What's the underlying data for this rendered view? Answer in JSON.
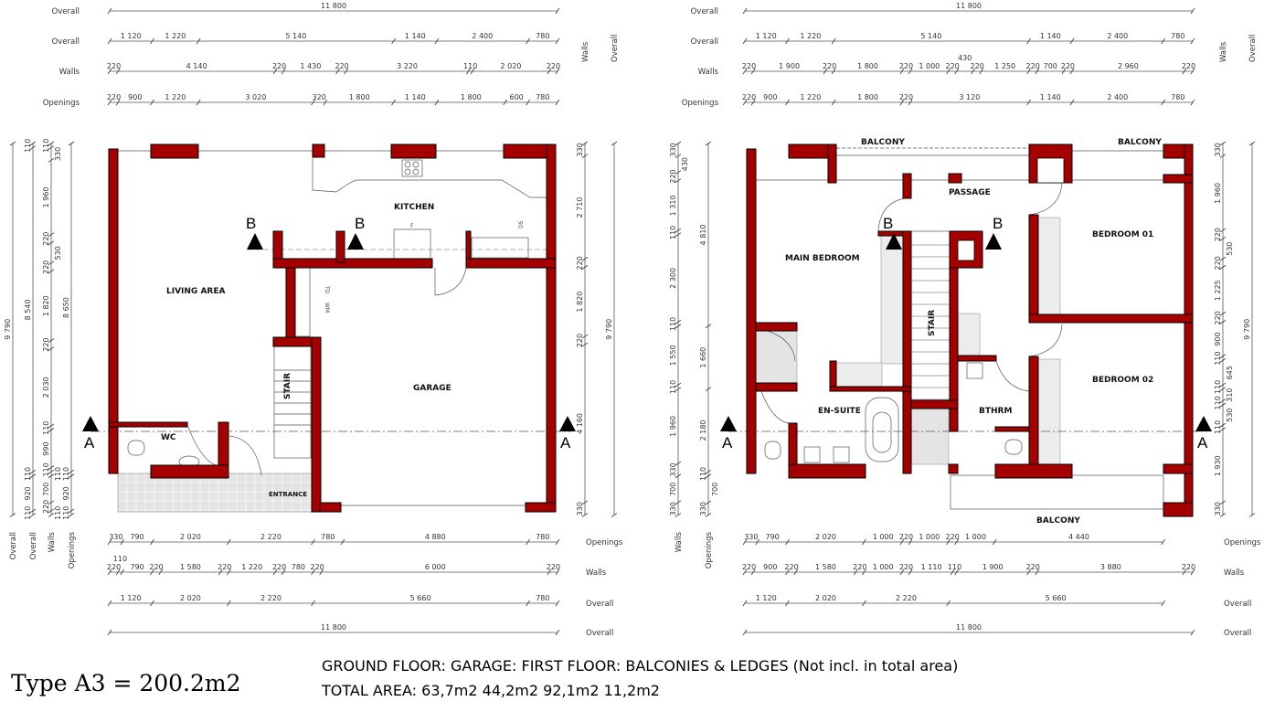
{
  "ground_floor": {
    "rooms": {
      "living": "LIVING AREA",
      "kitchen": "KITCHEN",
      "garage": "GARAGE",
      "wc": "WC",
      "entrance": "ENTRANCE",
      "stair": "STAIR"
    },
    "fixtures": {
      "fridge": "F",
      "dishwasher": "DS",
      "tumble_dryer": "TD",
      "washing_machine": "WM"
    },
    "section_marks": {
      "a": "A",
      "b": "B"
    },
    "dimensions": {
      "top": [
        {
          "label": "Overall",
          "values": [
            11800
          ]
        },
        {
          "label": "Overall",
          "values": [
            1120,
            1220,
            5140,
            1140,
            2400,
            780
          ]
        },
        {
          "label": "Walls",
          "values": [
            220,
            4140,
            220,
            1430,
            220,
            3220,
            110,
            2020,
            220
          ]
        },
        {
          "label": "Openings",
          "values": [
            220,
            900,
            1220,
            3020,
            320,
            1800,
            1140,
            1800,
            600,
            780
          ]
        }
      ],
      "bottom": [
        {
          "label": "Openings",
          "values": [
            330,
            790,
            2020,
            2220,
            780,
            4880,
            780
          ]
        },
        {
          "label": "Walls",
          "values": [
            220,
            110,
            790,
            220,
            1580,
            220,
            1220,
            220,
            780,
            220,
            6000,
            220
          ]
        },
        {
          "label": "Overall",
          "values": [
            1120,
            2020,
            2220,
            5660,
            780
          ]
        },
        {
          "label": "Overall",
          "values": [
            11800
          ]
        }
      ],
      "left": [
        {
          "label": "Overall",
          "values": [
            9790
          ]
        },
        {
          "label": "Overall",
          "values": [
            110,
            8540,
            110,
            920,
            110
          ]
        },
        {
          "label": "Walls",
          "values": [
            110,
            330,
            1960,
            220,
            530,
            220,
            1820,
            220,
            2030,
            110,
            990,
            110,
            110,
            700,
            220,
            110
          ]
        },
        {
          "label": "Openings",
          "values": [
            8650,
            110,
            920,
            110
          ]
        }
      ],
      "right": [
        {
          "label": "Walls",
          "values": [
            330,
            2710,
            220,
            1820,
            220,
            4160,
            330
          ]
        },
        {
          "label": "Overall",
          "values": [
            9790
          ]
        }
      ]
    }
  },
  "first_floor": {
    "rooms": {
      "balcony_left": "BALCONY",
      "balcony_right": "BALCONY",
      "balcony_bottom": "BALCONY",
      "passage": "PASSAGE",
      "main_bedroom": "MAIN BEDROOM",
      "bedroom1": "BEDROOM 01",
      "bedroom2": "BEDROOM 02",
      "ensuite": "EN-SUITE",
      "bathroom": "BTHRM",
      "stair": "STAIR"
    },
    "section_marks": {
      "a": "A",
      "b": "B"
    },
    "dimensions": {
      "top": [
        {
          "label": "Overall",
          "values": [
            11800
          ]
        },
        {
          "label": "Overall",
          "values": [
            1120,
            1220,
            5140,
            1140,
            2400,
            780
          ]
        },
        {
          "label": "Walls",
          "values": [
            220,
            1900,
            220,
            1800,
            220,
            1000,
            220,
            430,
            220,
            1250,
            220,
            700,
            220,
            2960,
            220
          ]
        },
        {
          "label": "Openings",
          "values": [
            220,
            900,
            1220,
            1800,
            220,
            3120,
            1140,
            2400,
            780
          ]
        }
      ],
      "bottom": [
        {
          "label": "Openings",
          "values": [
            330,
            790,
            2020,
            1000,
            220,
            1000,
            220,
            1000,
            4440
          ]
        },
        {
          "label": "Walls",
          "values": [
            220,
            900,
            220,
            1580,
            220,
            1000,
            220,
            1110,
            110,
            1900,
            220,
            3880,
            220
          ]
        },
        {
          "label": "Overall",
          "values": [
            1120,
            2020,
            2220,
            5660
          ]
        },
        {
          "label": "Overall",
          "values": [
            11800
          ]
        }
      ],
      "left": [
        {
          "label": "Walls",
          "values": [
            330,
            430,
            220,
            1310,
            110,
            2300,
            110,
            1550,
            110,
            1960,
            330,
            700,
            330
          ]
        },
        {
          "label": "Openings",
          "values": [
            4810,
            1660,
            2180,
            110,
            700,
            330
          ]
        }
      ],
      "right": [
        {
          "label": "Walls",
          "values": [
            330,
            1960,
            220,
            530,
            220,
            1225,
            220,
            900,
            110,
            645,
            110,
            310,
            110,
            530,
            110,
            1930,
            330
          ]
        },
        {
          "label": "Overall",
          "values": [
            9790
          ]
        }
      ]
    }
  },
  "footer": {
    "type_area": "Type A3 = 200.2m2",
    "line1": "GROUND FLOOR: GARAGE: FIRST FLOOR: BALCONIES & LEDGES (Not incl. in total area)",
    "line2": "TOTAL AREA: 63,7m2 44,2m2 92,1m2 11,2m2"
  },
  "colors": {
    "wall": "#a50000",
    "paving": "#e4e4e4"
  }
}
